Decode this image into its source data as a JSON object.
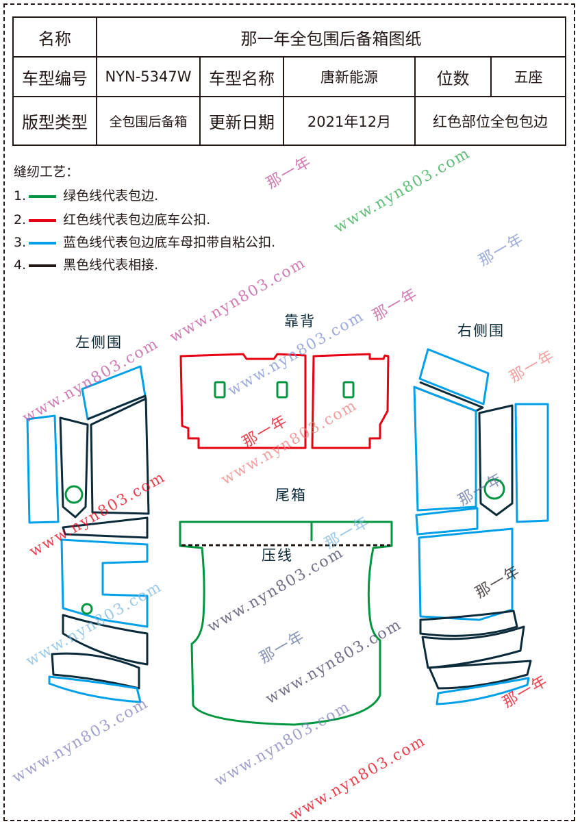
{
  "table": {
    "name_label": "名称",
    "title": "那一年全包围后备箱图纸",
    "model_code_label": "车型编号",
    "model_code": "NYN-5347W",
    "model_name_label": "车型名称",
    "model_name": "唐新能源",
    "seats_label": "位数",
    "seats": "五座",
    "type_label": "版型类型",
    "type": "全包围后备箱",
    "date_label": "更新日期",
    "date": "2021年12月",
    "note": "红色部位全包包边"
  },
  "legend": {
    "title": "缝纫工艺：",
    "items": [
      {
        "num": "1.",
        "color": "#00963f",
        "text": "绿色线代表包边."
      },
      {
        "num": "2.",
        "color": "#e60012",
        "text": "红色线代表包边底车公扣."
      },
      {
        "num": "3.",
        "color": "#00a0e9",
        "text": "蓝色线代表包边底车母扣带自粘公扣."
      },
      {
        "num": "4.",
        "color": "#231815",
        "text": "黑色线代表相接."
      }
    ]
  },
  "labels": {
    "backrest": "靠背",
    "left_side": "左侧围",
    "right_side": "右侧围",
    "trunk": "尾箱",
    "press_line": "压线"
  },
  "watermarks": {
    "brand": "那一年",
    "url": "www.nyn803.com"
  }
}
